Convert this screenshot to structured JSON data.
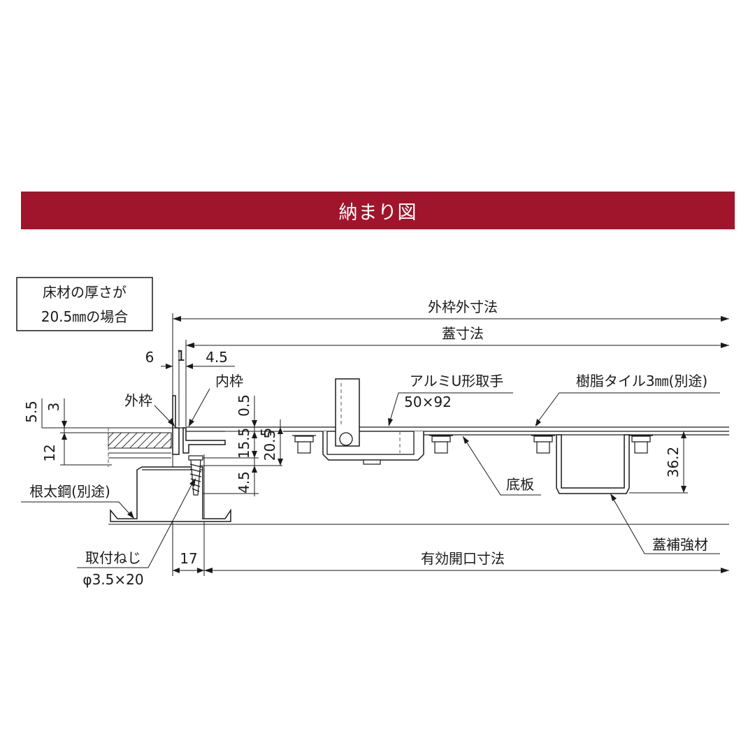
{
  "colors": {
    "banner": "#a0152b",
    "line": "#1a1a1a",
    "background": "#ffffff"
  },
  "banner": {
    "title": "納まり図"
  },
  "note": {
    "line1": "床材の厚さが",
    "line2": "20.5㎜の場合"
  },
  "labels": {
    "outer_frame": "外枠",
    "inner_frame": "内枠",
    "handle_line1": "アルミU形取手",
    "handle_line2": "50×92",
    "resin_tile": "樹脂タイル3㎜(別途)",
    "bottom_plate": "底板",
    "joist": "根太鋼(別途)",
    "screw_line1": "取付ねじ",
    "screw_line2": "φ3.5×20",
    "reinforcement": "蓋補強材"
  },
  "dimensions": {
    "outer_frame_outside": "外枠外寸法",
    "lid": "蓋寸法",
    "effective_opening": "有効開口寸法",
    "d6": "6",
    "d1": "1",
    "d4_5_top": "4.5",
    "d5_5": "5.5",
    "d3": "3",
    "d12": "12",
    "d0_5": "0.5",
    "d15_5": "15.5",
    "d20_5": "20.5",
    "d5": "5",
    "d4_5_low": "4.5",
    "d36_2": "36.2",
    "d17": "17"
  }
}
